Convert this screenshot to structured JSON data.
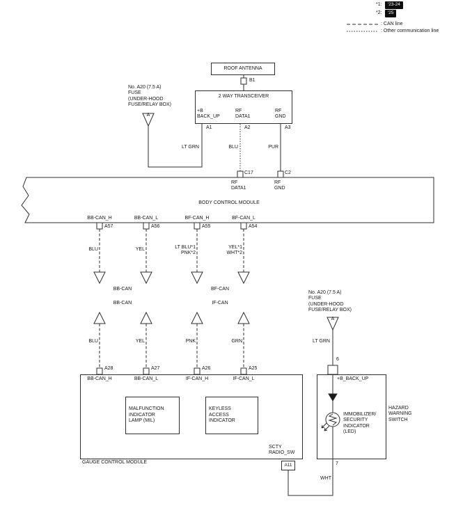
{
  "legend": {
    "note1": {
      "prefix": "*1:",
      "badge": "'23-24"
    },
    "note2": {
      "prefix": "*2:",
      "badge": "'25"
    },
    "can_line_label": ": CAN line",
    "other_line_label": ": Other communication line"
  },
  "antenna": {
    "title": "ROOF ANTENNA",
    "pin": "B1"
  },
  "transceiver": {
    "title": "2 WAY TRANSCEIVER",
    "terminals": [
      {
        "name": "+B\nBACK_UP",
        "pin": "A1",
        "wire_color": "LT GRN"
      },
      {
        "name": "RF\nDATA1",
        "pin": "A2",
        "wire_color": "BLU"
      },
      {
        "name": "RF\nGND",
        "pin": "A3",
        "wire_color": "PUR"
      }
    ]
  },
  "fuse_left": {
    "label": "No. A20 (7.5 A)\nFUSE\n(UNDER-HOOD\nFUSE/RELAY BOX)",
    "connector": "A"
  },
  "bcm": {
    "title": "BODY CONTROL MODULE",
    "top_terminals": [
      {
        "pin": "C17",
        "name": "RF\nDATA1"
      },
      {
        "pin": "C2",
        "name": "RF\nGND"
      }
    ],
    "bottom_terminals": [
      {
        "name": "BB-CAN_H",
        "pin": "A57",
        "wire_color": "BLU"
      },
      {
        "name": "BB-CAN_L",
        "pin": "A56",
        "wire_color": "YEL"
      },
      {
        "name": "BF-CAN_H",
        "pin": "A55",
        "wire_color": "LT BLU*1\nPNK*2"
      },
      {
        "name": "BF-CAN_L",
        "pin": "A54",
        "wire_color": "YEL*1\nWHT*2"
      }
    ],
    "can_out": [
      "BB-CAN",
      "BF-CAN"
    ]
  },
  "gcm": {
    "title": "GAUGE CONTROL MODULE",
    "can_in": [
      "BB-CAN",
      "IF-CAN"
    ],
    "top_terminals": [
      {
        "wire_color": "BLU",
        "pin": "A28",
        "name": "BB-CAN_H"
      },
      {
        "wire_color": "YEL",
        "pin": "A27",
        "name": "BB-CAN_L"
      },
      {
        "wire_color": "PNK",
        "pin": "A26",
        "name": "IF-CAN_H"
      },
      {
        "wire_color": "GRN",
        "pin": "A25",
        "name": "IF-CAN_L"
      }
    ],
    "mil": "MALFUNCTION\nINDICATOR\nLAMP (MIL)",
    "keyless": "KEYLESS\nACCESS\nINDICATOR",
    "scty": "SCTY\nRADIO_SW",
    "pin_a11": "A11"
  },
  "fuse_right": {
    "label": "No. A20 (7.5 A)\nFUSE\n(UNDER-HOOD\nFUSE/RELAY BOX)",
    "connector": "A",
    "wire_color": "LT GRN"
  },
  "hazard": {
    "title": "HAZARD\nWARNING\nSWITCH",
    "pin_in": "6",
    "terminal_in": "+B_BACK_UP",
    "led": "IMMOBILIZER/\nSECURITY\nINDICATOR\n(LED)",
    "pin_out": "7",
    "wire_color": "WHT"
  }
}
